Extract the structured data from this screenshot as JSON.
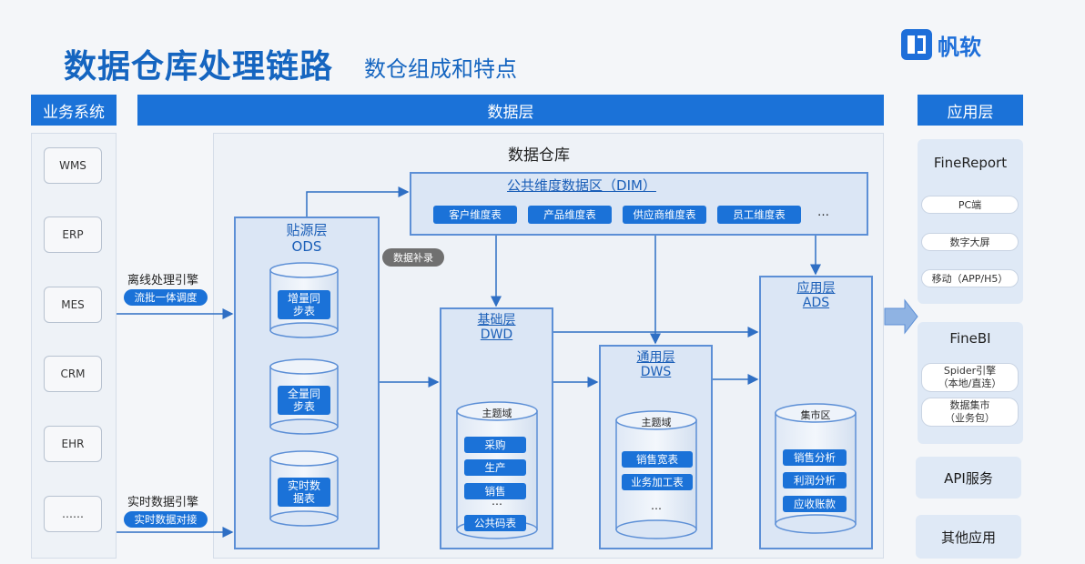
{
  "header": {
    "title": "数据仓库处理链路",
    "subtitle": "数仓组成和特点",
    "logo_text": "帆软"
  },
  "columns": {
    "business": "业务系统",
    "data_layer": "数据层",
    "app_layer": "应用层"
  },
  "systems": [
    "WMS",
    "ERP",
    "MES",
    "CRM",
    "EHR",
    "……"
  ],
  "warehouse_title": "数据仓库",
  "offline": {
    "label": "离线处理引擎",
    "chip": "流批一体调度"
  },
  "realtime": {
    "label": "实时数据引擎",
    "chip": "实时数据对接"
  },
  "data_supplement": "数据补录",
  "ods": {
    "name": "贴源层",
    "code": "ODS",
    "items": [
      "增量同\n步表",
      "全量同\n步表",
      "实时数\n据表"
    ]
  },
  "dim": {
    "title": "公共维度数据区（DIM）",
    "items": [
      "客户维度表",
      "产品维度表",
      "供应商维度表",
      "员工维度表"
    ],
    "more": "…"
  },
  "dwd": {
    "name": "基础层",
    "code": "DWD",
    "domain": "主题域",
    "items": [
      "采购",
      "生产",
      "销售",
      "公共码表"
    ],
    "more": "…"
  },
  "dws": {
    "name": "通用层",
    "code": "DWS",
    "domain": "主题域",
    "items": [
      "销售宽表",
      "业务加工表"
    ],
    "more": "…"
  },
  "ads": {
    "name": "应用层",
    "code": "ADS",
    "domain": "集市区",
    "items": [
      "销售分析",
      "利润分析",
      "应收账款"
    ]
  },
  "apps": {
    "finereport": {
      "title": "FineReport",
      "items": [
        "PC端",
        "数字大屏",
        "移动（APP/H5）"
      ]
    },
    "finebi": {
      "title": "FineBI",
      "items": [
        "Spider引擎\n（本地/直连）",
        "数据集市\n（业务包）"
      ]
    },
    "api": "API服务",
    "other": "其他应用"
  },
  "colors": {
    "primary": "#1b72d8",
    "layer_border": "#5c8fd6",
    "layer_fill": "#dbe6f5"
  }
}
